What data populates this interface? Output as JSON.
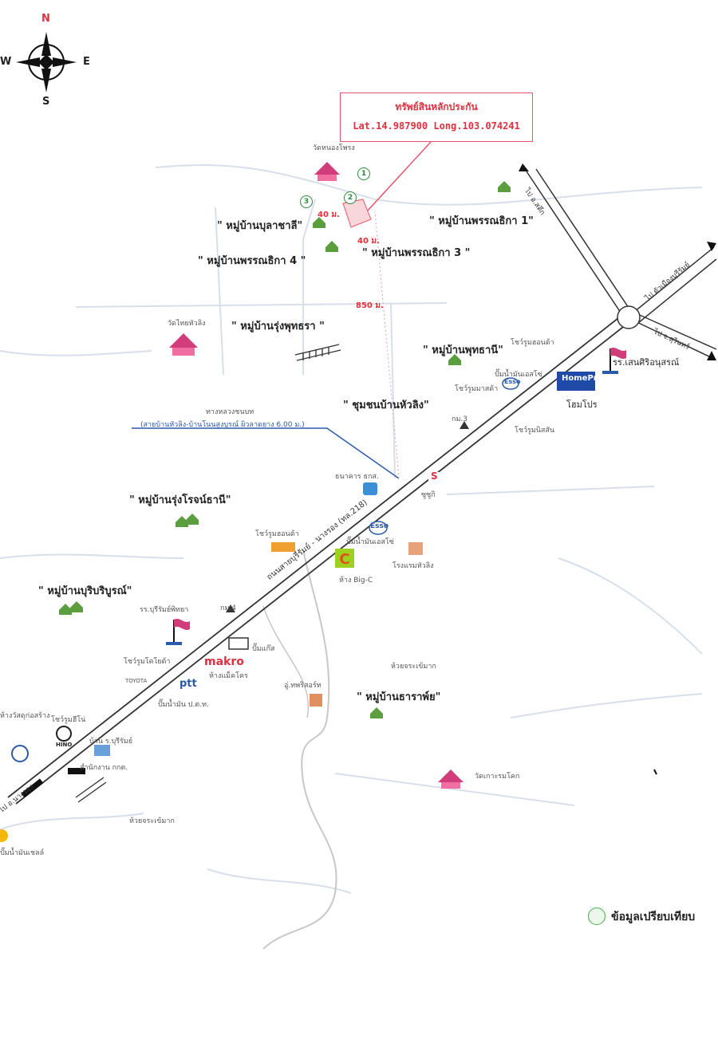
{
  "compass": {
    "north": "N",
    "south": "S",
    "east": "E",
    "west": "W"
  },
  "callout": {
    "title": "ทรัพย์สินหลักประกัน",
    "coords": "Lat.14.987900  Long.103.074241"
  },
  "comparables": [
    "1",
    "2",
    "3"
  ],
  "villages": {
    "v1": "\" หมู่บ้านบุลาชาลี\"",
    "v2": "\" หมู่บ้านพรรณธิกา 4 \"",
    "v3": "\" หมู่บ้านพรรณธิกา 3 \"",
    "v4": "\" หมู่บ้านพรรณธิกา 1\"",
    "v5": "\" หมู่บ้านรุ่งพุทธรา \"",
    "v6": "\" หมู่บ้านพุทธานี\"",
    "v7": "\" ชุมชนบ้านหัวลิง\"",
    "v8": "\" หมู่บ้านรุ่งโรจน์ธานี\"",
    "v9": "\" หมู่บ้านบุริบริบูรณ์\"",
    "v10": "\" หมู่บ้านธาราพ์ย\""
  },
  "distances": {
    "d1": "40 ม.",
    "d2": "40 ม.",
    "d3": "850 ม."
  },
  "places": {
    "temple1": "วัดหนองโพรง",
    "temple2": "วัดไทยหัวลิง",
    "temple3": "วัดเกาะรมโคก",
    "toyota1": "โชว์รูมฮอนด้า",
    "esso1": "ปั๊มน้ำมันเอสโซ่",
    "showroom_mazda": "โชว์รูมมาสด้า",
    "nissan": "โชว์รูมนิสสัน",
    "school": "รร.เสนศิริอนุสรณ์",
    "homepro": "โฮมโปร",
    "homepro_logo": "HomePro",
    "km3": "กม.3",
    "bank": "ธนาคาร ธกส.",
    "suzuki": "ซูซูกิ",
    "hotel": "โรงแรมหัวลิง",
    "honda2": "โชว์รูมฮอนด้า",
    "esso2": "ปั๊มน้ำมันเอสโซ่",
    "bigc": "ห้าง Big-C",
    "school2": "รร.บุรีรัมย์พิทยา",
    "km4": "กม.4",
    "pump2": "ปั๊มแก๊ส",
    "makro": "makro",
    "makro_th": "ห้างแม็คโคร",
    "toyota2": "โชว์รูมโตโยต้า",
    "ptt": "ptt",
    "ptt_th": "ปั๊มน้ำมัน ป.ต.ท.",
    "hino": "โชว์รูมฮีโน่",
    "construction": "ห้างวัสดุก่อสร้าง",
    "office": "สำนักงาน กกต.",
    "lake": "บ้าน ร.บุรีรัมย์",
    "drycle": "อู่.ทพริสอร์ท",
    "reservoir1": "ห้วยจระเข้มาก",
    "reservoir2": "ห้วยจระเข้มาก",
    "gas": "ปั๊มน้ำมันเชลล์",
    "hino_logo": "HINO",
    "toyota_logo": "TOYOTA",
    "esso_logo": "Esso",
    "suzuki_logo": "S"
  },
  "roads": {
    "main": "ถนนสายบุรีรัมย์ - นางรอง (ทล.218)",
    "side": "ทางหลวงชนบท",
    "side2": "(สายบ้านหัวลิง-บ้านโนนสูงบูรณ์ ผิวลาดยาง 6.00 ม.)",
    "to_satuek": "ไป อ.สตึก",
    "to_city": "ไป ตัวเมืองบุรีรัมย์",
    "to_surin": "ไป จ.สุรินทร์",
    "to_nangrong": "ไป อ.นางรอง"
  },
  "legend": {
    "label": "ข้อมูลเปรียบเทียบ"
  }
}
